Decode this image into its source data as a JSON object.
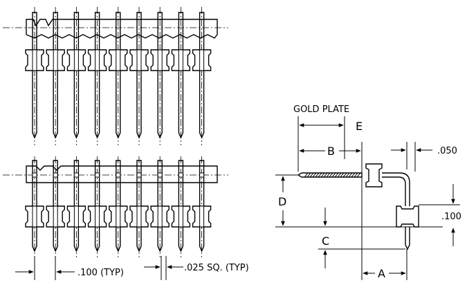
{
  "drawing": {
    "pin_count": 9,
    "labels": {
      "pitch": ".100 (TYP)",
      "pin_size": ".025 SQ. (TYP)",
      "gold_plate": "GOLD PLATE",
      "dim_e": "E",
      "dim_b": "B",
      "dim_050": ".050",
      "dim_d": "D",
      "dim_100": ".100",
      "dim_c": "C",
      "dim_a": "A"
    }
  }
}
